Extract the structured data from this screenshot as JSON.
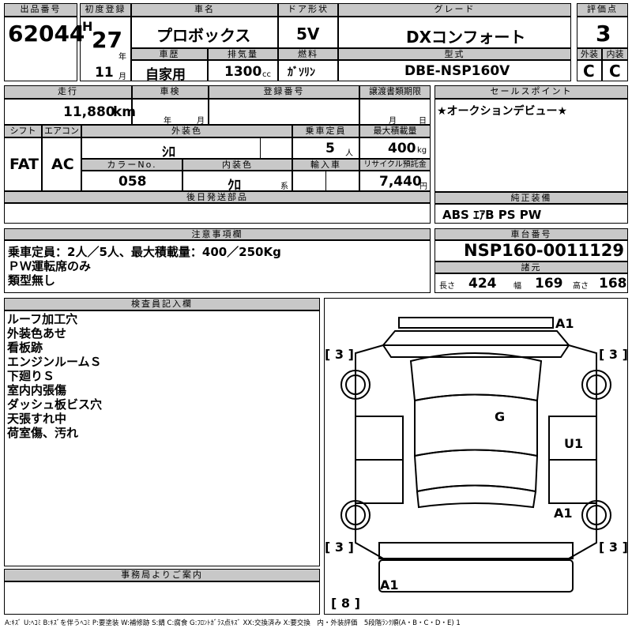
{
  "header": {
    "lot_label": "出品番号",
    "lot_no": "62044",
    "first_reg_label": "初度登録",
    "era": "H",
    "year": "27",
    "year_unit": "年",
    "month": "11",
    "month_unit": "月",
    "car_name_label": "車名",
    "car_name": "プロボックス",
    "history_label": "車歴",
    "history": "自家用",
    "displacement_label": "排気量",
    "displacement": "1300",
    "displacement_unit": "cc",
    "door_label": "ドア形状",
    "door": "5V",
    "fuel_label": "燃料",
    "fuel": "ｶﾞｿﾘﾝ",
    "grade_label": "グレード",
    "grade": "DXコンフォート",
    "model_label": "型式",
    "model": "DBE-NSP160V",
    "score_label": "評価点",
    "score": "3",
    "ext_label": "外装",
    "ext": "C",
    "int_label": "内装",
    "int": "C"
  },
  "row2": {
    "mileage_label": "走行",
    "mileage": "11,880",
    "mileage_unit": "km",
    "inspection_label": "車検",
    "year_unit": "年",
    "month_unit": "月",
    "reg_label": "登録番号",
    "transfer_label": "譲渡書類期限",
    "t_month": "月",
    "t_day": "日",
    "shift_label": "シフト",
    "shift": "FAT",
    "ac_label": "エアコン",
    "ac": "AC",
    "color_label": "外装色",
    "color": "ｼﾛ",
    "capacity_label": "乗車定員",
    "capacity": "5",
    "capacity_unit": "人",
    "load_label": "最大積載量",
    "load": "400",
    "load_unit": "kg",
    "colorno_label": "カラーNo.",
    "colorno": "058",
    "interior_label": "内装色",
    "interior": "ｸﾛ",
    "interior_unit": "系",
    "import_label": "輸入車",
    "recycle_label": "リサイクル預託金",
    "recycle": "7,440",
    "recycle_unit": "円",
    "later_label": "後日発送部品",
    "sales_label": "セールスポイント",
    "sales": "★オークションデビュー★",
    "equip_label": "純正装備",
    "equip": "ABS ｴｱB PS PW"
  },
  "notes": {
    "label": "注意事項欄",
    "lines": [
      "乗車定員：2人／5人、最大積載量：400／250Kg",
      "ＰＷ運転席のみ",
      "類型無し"
    ]
  },
  "chassis": {
    "label": "車台番号",
    "number": "NSP160-0011129",
    "spec_label": "諸元",
    "len_label": "長さ",
    "len": "424",
    "wid_label": "幅",
    "wid": "169",
    "hgt_label": "高さ",
    "hgt": "168"
  },
  "inspector": {
    "label": "検査員記入欄",
    "lines": [
      "ルーフ加工穴",
      "外装色あせ",
      "看板跡",
      "エンジンルームＳ",
      "下廻りＳ",
      "室内内張傷",
      "ダッシュ板ビス穴",
      "天張すれ中",
      "荷室傷、汚れ"
    ]
  },
  "office": {
    "label": "事務局よりご案内"
  },
  "diagram": {
    "marks": [
      "A1",
      "G",
      "U1",
      "A1",
      "A1"
    ],
    "tires": [
      "3",
      "3",
      "3",
      "3",
      "8"
    ]
  },
  "legend": "A:ｷｽﾞ U:ﾍｺﾐ B:ｷｽﾞを伴うﾍｺﾐ P:要塗装 W:補修跡 S:錆 C:腐食 G:ﾌﾛﾝﾄｶﾞﾗｽ点ｷｽﾞ XX:交換済み X:要交換　内・外装評価　5段階ﾗﾝｸ順(A・B・C・D・E) 1"
}
